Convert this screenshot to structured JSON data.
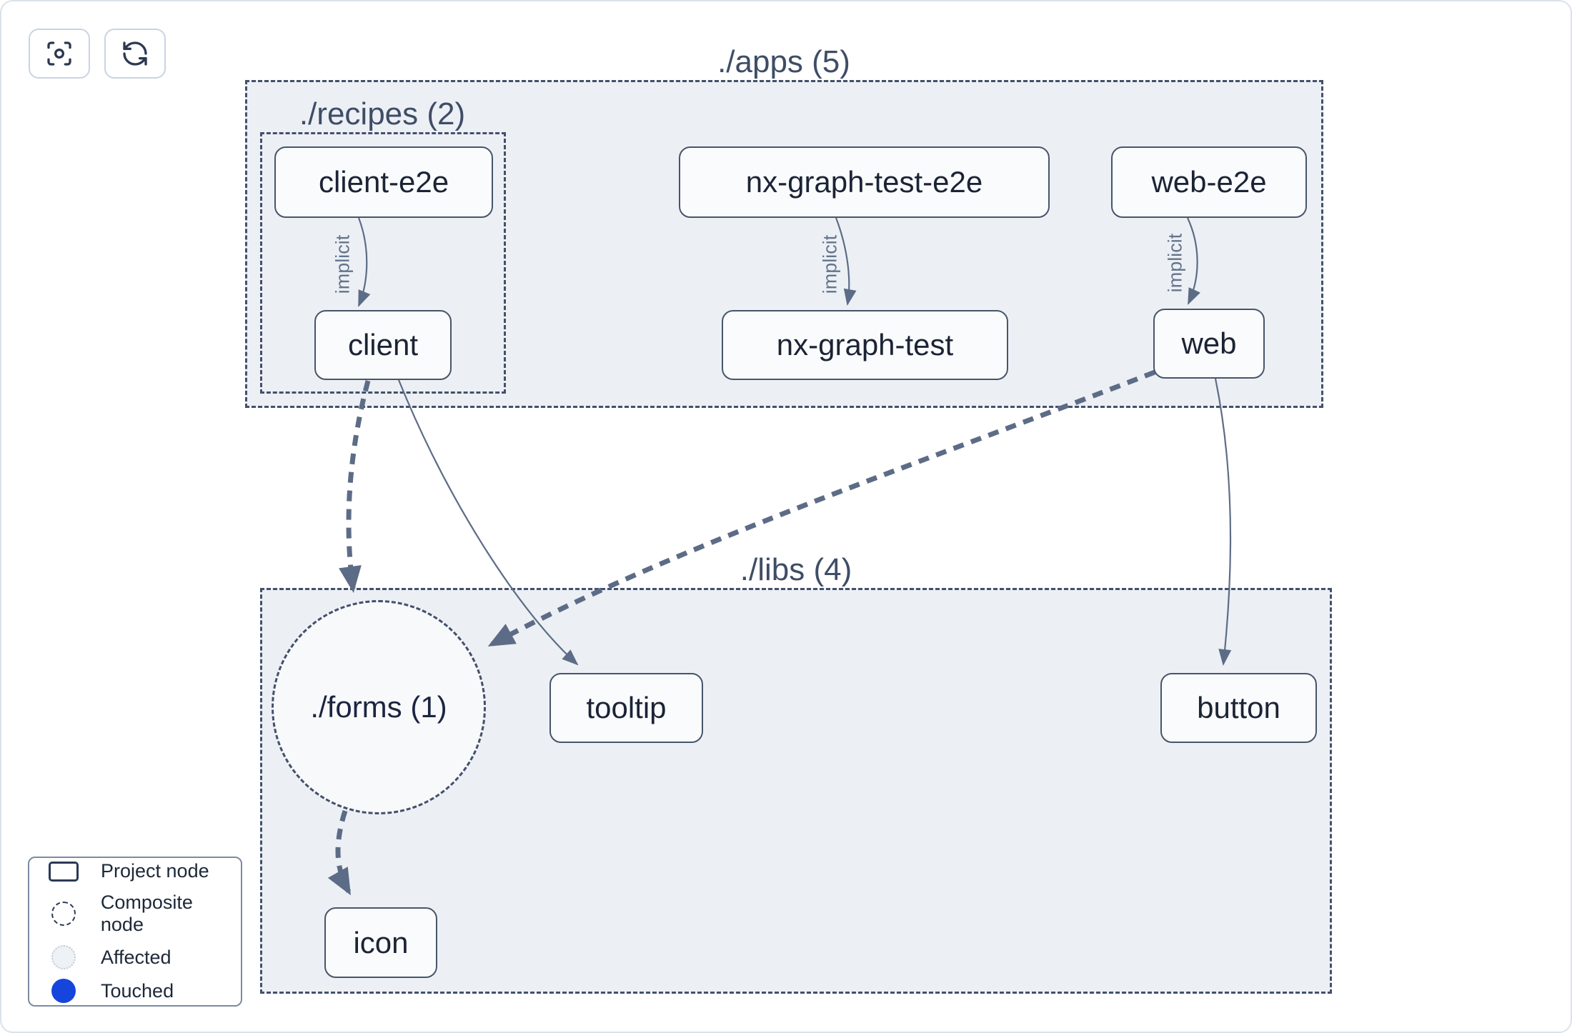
{
  "toolbar": {
    "buttons": [
      {
        "name": "focus",
        "icon": "scan-focus-icon"
      },
      {
        "name": "refresh",
        "icon": "refresh-icon"
      }
    ]
  },
  "graph": {
    "groups": [
      {
        "id": "apps",
        "label": "./apps (5)"
      },
      {
        "id": "recipes",
        "label": "./recipes (2)"
      },
      {
        "id": "libs",
        "label": "./libs (4)"
      }
    ],
    "composite_nodes": [
      {
        "id": "forms",
        "label": "./forms (1)"
      }
    ],
    "nodes": [
      {
        "id": "client-e2e",
        "label": "client-e2e",
        "group": "recipes"
      },
      {
        "id": "nx-graph-test-e2e",
        "label": "nx-graph-test-e2e",
        "group": "apps"
      },
      {
        "id": "web-e2e",
        "label": "web-e2e",
        "group": "apps"
      },
      {
        "id": "client",
        "label": "client",
        "group": "recipes"
      },
      {
        "id": "nx-graph-test",
        "label": "nx-graph-test",
        "group": "apps"
      },
      {
        "id": "web",
        "label": "web",
        "group": "apps"
      },
      {
        "id": "tooltip",
        "label": "tooltip",
        "group": "libs"
      },
      {
        "id": "button",
        "label": "button",
        "group": "libs"
      },
      {
        "id": "icon",
        "label": "icon",
        "group": "libs"
      }
    ],
    "edges": [
      {
        "source": "client-e2e",
        "target": "client",
        "type": "implicit",
        "label": "implicit"
      },
      {
        "source": "nx-graph-test-e2e",
        "target": "nx-graph-test",
        "type": "implicit",
        "label": "implicit"
      },
      {
        "source": "web-e2e",
        "target": "web",
        "type": "implicit",
        "label": "implicit"
      },
      {
        "source": "client",
        "target": "./forms",
        "type": "collapsed-dashed"
      },
      {
        "source": "client",
        "target": "tooltip",
        "type": "direct"
      },
      {
        "source": "web",
        "target": "./forms",
        "type": "collapsed-dashed"
      },
      {
        "source": "web",
        "target": "button",
        "type": "direct"
      },
      {
        "source": "./forms",
        "target": "icon",
        "type": "collapsed-dashed"
      }
    ]
  },
  "legend": {
    "items": [
      {
        "label": "Project node",
        "swatch": "project-rect"
      },
      {
        "label": "Composite node",
        "swatch": "composite-circle"
      },
      {
        "label": "Affected",
        "swatch": "affected-circle"
      },
      {
        "label": "Touched",
        "swatch": "touched-circle"
      }
    ]
  },
  "colors": {
    "container_fill": "#ecf0f5",
    "node_fill": "#fafbfd",
    "node_border": "#475569",
    "edge": "#5d6c86",
    "group_label": "#3f4d66",
    "touched_blue": "#1545dd"
  }
}
